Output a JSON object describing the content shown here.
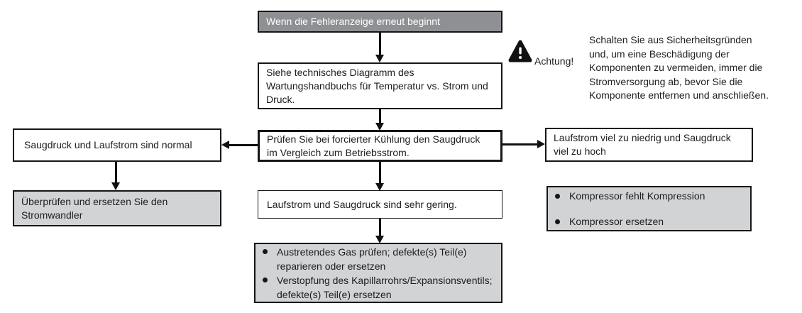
{
  "colors": {
    "header_fill": "#8e9093",
    "light_fill": "#d2d3d4",
    "ink": "#161616",
    "background": "#ffffff"
  },
  "flowchart": {
    "start": {
      "label": "Wenn die Fehleranzeige erneut beginnt"
    },
    "step_diagram": {
      "label": "Siehe technisches Diagramm des Wartungshandbuchs für Temperatur vs. Strom und Druck."
    },
    "step_check": {
      "label": "Prüfen Sie bei forcierter Kühlung den Saugdruck im Vergleich zum Betriebsstrom."
    },
    "branch_left": {
      "label": "Saugdruck und Laufstrom sind normal"
    },
    "result_left": {
      "label": "Überprüfen und ersetzen Sie den Stromwandler"
    },
    "branch_right": {
      "label": "Laufstrom viel zu niedrig und Saugdruck viel zu hoch"
    },
    "result_right": {
      "items": [
        "Kompressor fehlt Kompression",
        "Kompressor ersetzen"
      ]
    },
    "branch_center": {
      "label": "Laufstrom und Saugdruck sind sehr gering."
    },
    "result_center": {
      "items": [
        "Austretendes Gas prüfen; defekte(s) Teil(e) reparieren oder ersetzen",
        "Verstopfung des Kapillarrohrs/Expansionsventils; defekte(s) Teil(e) ersetzen"
      ]
    }
  },
  "warning": {
    "label": "Achtung!",
    "lines": [
      "Schalten Sie aus Sicherheitsgründen",
      "und, um eine Beschädigung der",
      "Komponenten zu vermeiden, immer die",
      "Stromversorgung ab, bevor Sie die",
      "Komponente entfernen und anschließen."
    ]
  }
}
